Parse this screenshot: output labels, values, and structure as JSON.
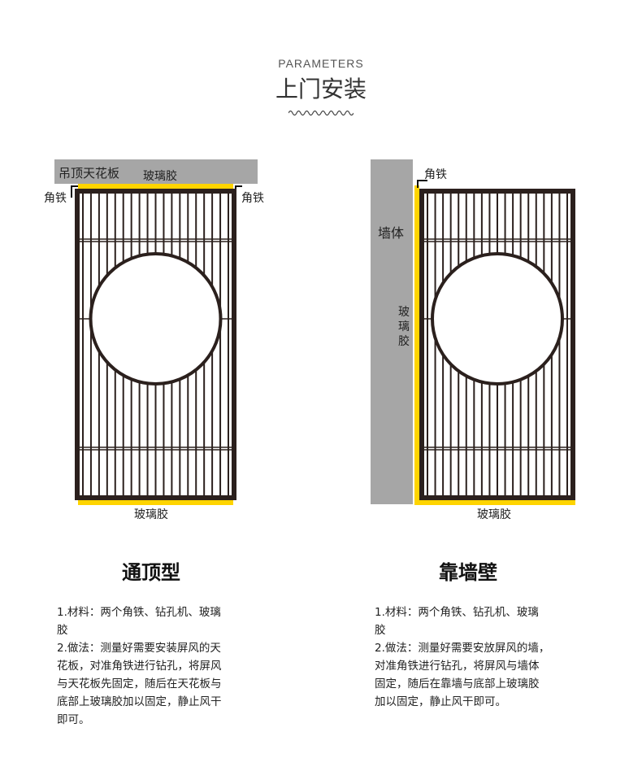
{
  "header": {
    "eyebrow": "PARAMETERS",
    "title": "上门安装"
  },
  "left": {
    "ceiling_label": "吊顶天花板",
    "glue_top": "玻璃胶",
    "angle_left": "角铁",
    "angle_right": "角铁",
    "glue_bottom": "玻璃胶",
    "caption": "通顶型",
    "desc": "1.材料：两个角铁、钻孔机、玻璃\n胶\n2.做法：测量好需要安装屏风的天\n花板，对准角铁进行钻孔，将屏风\n与天花板先固定，随后在天花板与\n底部上玻璃胶加以固定，静止风干\n即可。"
  },
  "right": {
    "wall_label": "墙体",
    "angle": "角铁",
    "glue_side": "玻\n璃\n胶",
    "glue_bottom": "玻璃胶",
    "caption": "靠墙壁",
    "desc": "1.材料：两个角铁、钻孔机、玻璃\n胶\n2.做法：测量好需要安放屏风的墙，\n对准角铁进行钻孔，将屏风与墙体\n固定，随后在靠墙与底部上玻璃胶\n加以固定，静止风干即可。"
  },
  "colors": {
    "frame": "#2b201d",
    "glue": "#ffd400",
    "ceiling": "#a6a6a6",
    "wall": "#a6a6a6"
  }
}
